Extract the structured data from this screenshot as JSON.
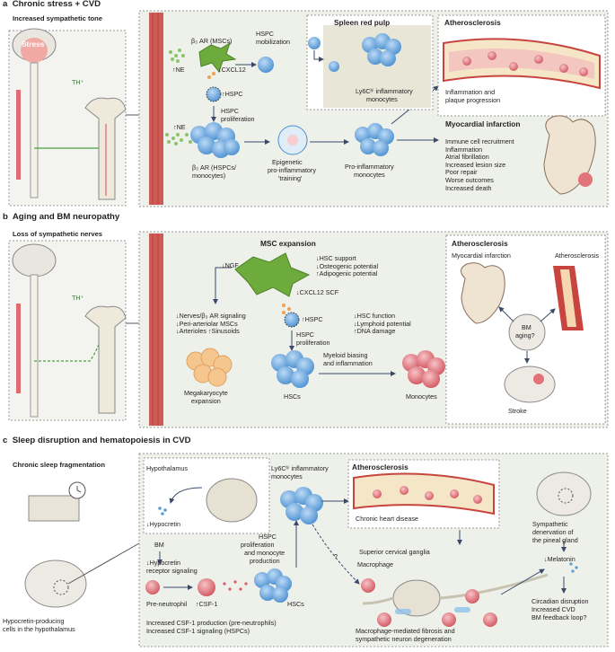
{
  "panel_a": {
    "letter": "a",
    "title": "Chronic stress + CVD",
    "subtitle": "Increased sympathetic tone",
    "stress": "Stress",
    "th": "TH⁺",
    "b3_msc": "β₃ AR (MSCs)",
    "ne_top": "↑NE",
    "cxcl12": "↓CXCL12",
    "hspc_up": "↑HSPC",
    "hspc_mob_1": "HSPC",
    "hspc_mob_2": "mobilization",
    "hspc_prol_1": "HSPC",
    "hspc_prol_2": "proliferation",
    "ne_mid": "↑NE",
    "b3_hspc_1": "β₃ AR (HSPCs/",
    "b3_hspc_2": "monocytes)",
    "epi_1": "Epigenetic",
    "epi_2": "pro-inflammatory",
    "epi_3": "'training'",
    "proinf_1": "Pro-inflammatory",
    "proinf_2": "monocytes",
    "spleen": "Spleen red pulp",
    "ly6c_1": "Ly6Cʰⁱ inflammatory",
    "ly6c_2": "monocytes",
    "athero": "Atherosclerosis",
    "athero_d1": "Inflammation and",
    "athero_d2": "plaque progression",
    "mi": "Myocardial infarction",
    "mi_items": [
      "Immune cell recruitment",
      "Inflammation",
      "Atrial fibrillation",
      "Increased lesion size",
      "Poor repair",
      "Worse outcomes",
      "Increased death"
    ]
  },
  "panel_b": {
    "letter": "b",
    "title": "Aging and BM neuropathy",
    "subtitle": "Loss of sympathetic nerves",
    "th": "TH⁺",
    "msc_exp": "MSC expansion",
    "ngf": "↓NGF",
    "msc_items": [
      "↓HSC support",
      "↓Osteogenic potential",
      "↑Adipogenic potential"
    ],
    "cxcl": "↓CXCL12 SCF",
    "left_items": [
      "↓Nerves/β₃ AR signaling",
      "↓Peri-arteriolar MSCs",
      "↓Arterioles ↑Sinusoids"
    ],
    "hspc": "↑HSPC",
    "hsc_items": [
      "↓HSC function",
      "↓Lymphoid potential",
      "↑DNA damage"
    ],
    "prol_1": "HSPC",
    "prol_2": "proliferation",
    "mega_1": "Megakaryocyte",
    "mega_2": "expansion",
    "hscs": "HSCs",
    "myeloid_1": "Myeloid biasing",
    "myeloid_2": "and inflammation",
    "monocytes": "Monocytes",
    "athero": "Atherosclerosis",
    "mi": "Myocardial infarction",
    "athero2": "Atherosclerosis",
    "bm_1": "BM",
    "bm_2": "aging?",
    "stroke": "Stroke"
  },
  "panel_c": {
    "letter": "c",
    "title": "Sleep disruption and hematopoiesis in CVD",
    "subtitle": "Chronic sleep fragmentation",
    "hypoth": "Hypothalamus",
    "hypocretin": "↓Hypocretin",
    "bm": "BM",
    "recept_1": "↓Hypocretin",
    "recept_2": "receptor signaling",
    "preneut": "Pre-neutrophil",
    "csf": "↑CSF-1",
    "hscs": "HSCs",
    "csf_prod_1": "Increased CSF-1 production (pre-neutrophils)",
    "csf_prod_2": "Increased CSF-1 signaling (HSPCs)",
    "ly6c_1": "Ly6Cʰⁱ inflammatory",
    "ly6c_2": "monocytes",
    "prol_1": "HSPC",
    "prol_2": "proliferation",
    "prol_3": "and monocyte",
    "prol_4": "production",
    "question": "?",
    "hypocretin_cells_1": "Hypocretin-producing",
    "hypocretin_cells_2": "cells in the hypothalamus",
    "athero": "Atherosclerosis",
    "chd": "Chronic heart disease",
    "scg": "Superior cervical ganglia",
    "macro": "Macrophage",
    "fib_1": "Macrophage-mediated fibrosis and",
    "fib_2": "sympathetic neuron degeneration",
    "symp_1": "Sympathetic",
    "symp_2": "denervation of",
    "symp_3": "the pineal gland",
    "melatonin": "↓Melatonin",
    "circ_1": "Circadian disruption",
    "circ_2": "Increased CVD",
    "circ_3": "BM feedback loop?"
  },
  "colors": {
    "blue": "#5b9bd5",
    "green": "#6cab3c",
    "red": "#d95a63",
    "peach": "#f2b880",
    "panel": "#eef0ea"
  }
}
